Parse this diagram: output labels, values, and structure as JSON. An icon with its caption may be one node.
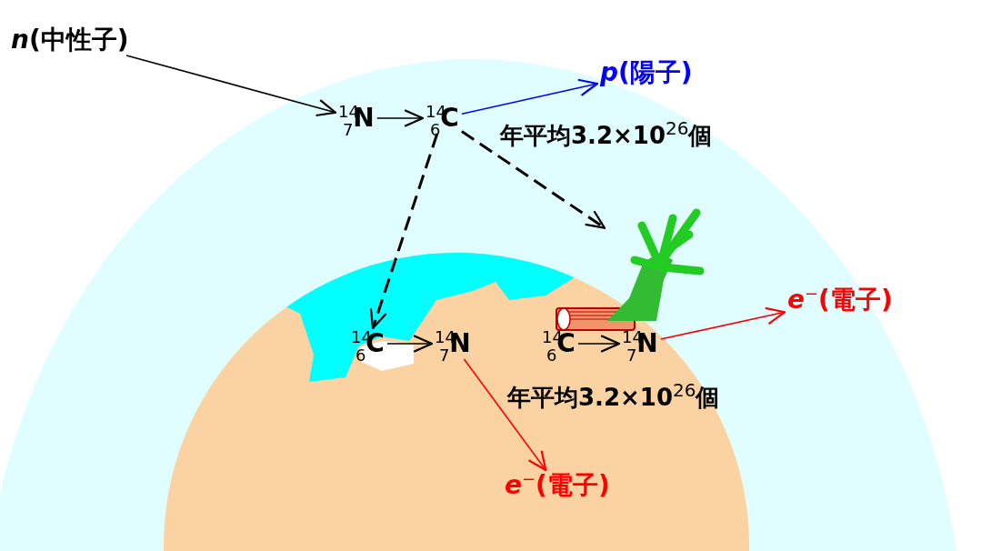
{
  "diagram": {
    "nodes": [
      {
        "text": [
          "*n*(中性子)"
        ]
      },
      {
        "text": [
          "$^{14}$$_{7}$N"
        ]
      },
      {
        "text": [
          "$^{14}$$_{6}$C"
        ]
      },
      {
        "text": [
          "*p*(陽子)"
        ]
      },
      {
        "text": [],
        "shape": "picture"
      },
      {
        "text": [
          "$^{14}$$_{6}$C"
        ]
      },
      {
        "text": [
          "$^{14}$$_{7}$N"
        ]
      },
      {
        "text": [
          "*e*$^{−}$(電子)"
        ]
      },
      {
        "text": [
          "$^{14}$$_{6}$C"
        ]
      },
      {
        "text": [
          "$^{14}$$_{7}$N"
        ]
      },
      {
        "text": [
          "*e*$^{−}$(電子)"
        ]
      }
    ],
    "edges": [
      {
        "from": 0,
        "to": 1,
        "arrow": "to"
      },
      {
        "from": 1,
        "to": 2,
        "arrow": "to"
      },
      {
        "from": 2,
        "to": 3,
        "arrow": "to",
        "color": "#0000ff"
      },
      {
        "from": 2,
        "to": 5,
        "arrow": "to",
        "style": "dashed"
      },
      {
        "from": 2,
        "to": 4,
        "arrow": "to",
        "style": "dashed"
      },
      {
        "from": 5,
        "to": 6,
        "arrow": "to"
      },
      {
        "from": 6,
        "to": 7,
        "arrow": "to",
        "color": "#ff0000"
      },
      {
        "from": 8,
        "to": 9,
        "arrow": "to"
      },
      {
        "from": 9,
        "to": 10,
        "arrow": "to",
        "color": "#ff0000"
      }
    ],
    "labels": [
      "年平均3.2×10$^{26}$個",
      "年平均3.2×10$^{26}$個"
    ]
  }
}
